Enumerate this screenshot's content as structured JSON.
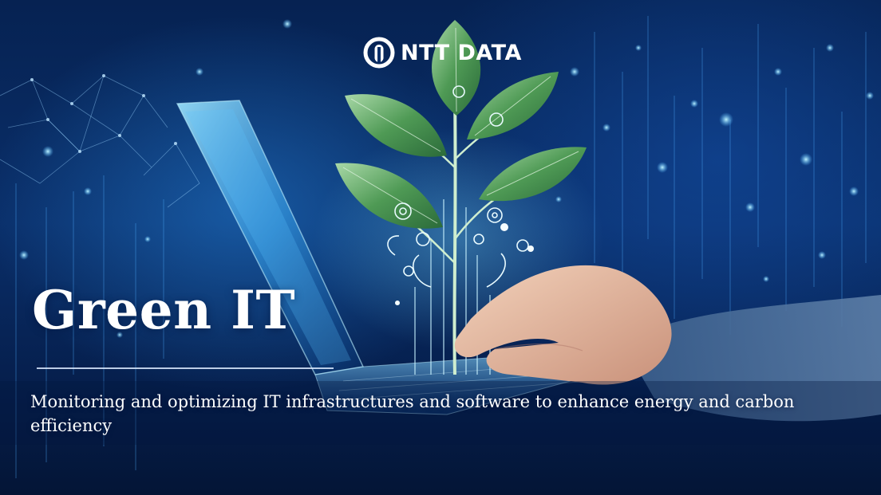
{
  "logo": {
    "icon": "ntt-data-logo-icon",
    "text": "NTT DATA"
  },
  "title": "Green IT",
  "subtitle": "Monitoring and optimizing IT infrastructures and software to enhance energy and carbon efficiency",
  "colors": {
    "background": "#0a2f6a",
    "leaf": "#3f8f48",
    "glow": "#7fd8ff",
    "text": "#ffffff"
  }
}
